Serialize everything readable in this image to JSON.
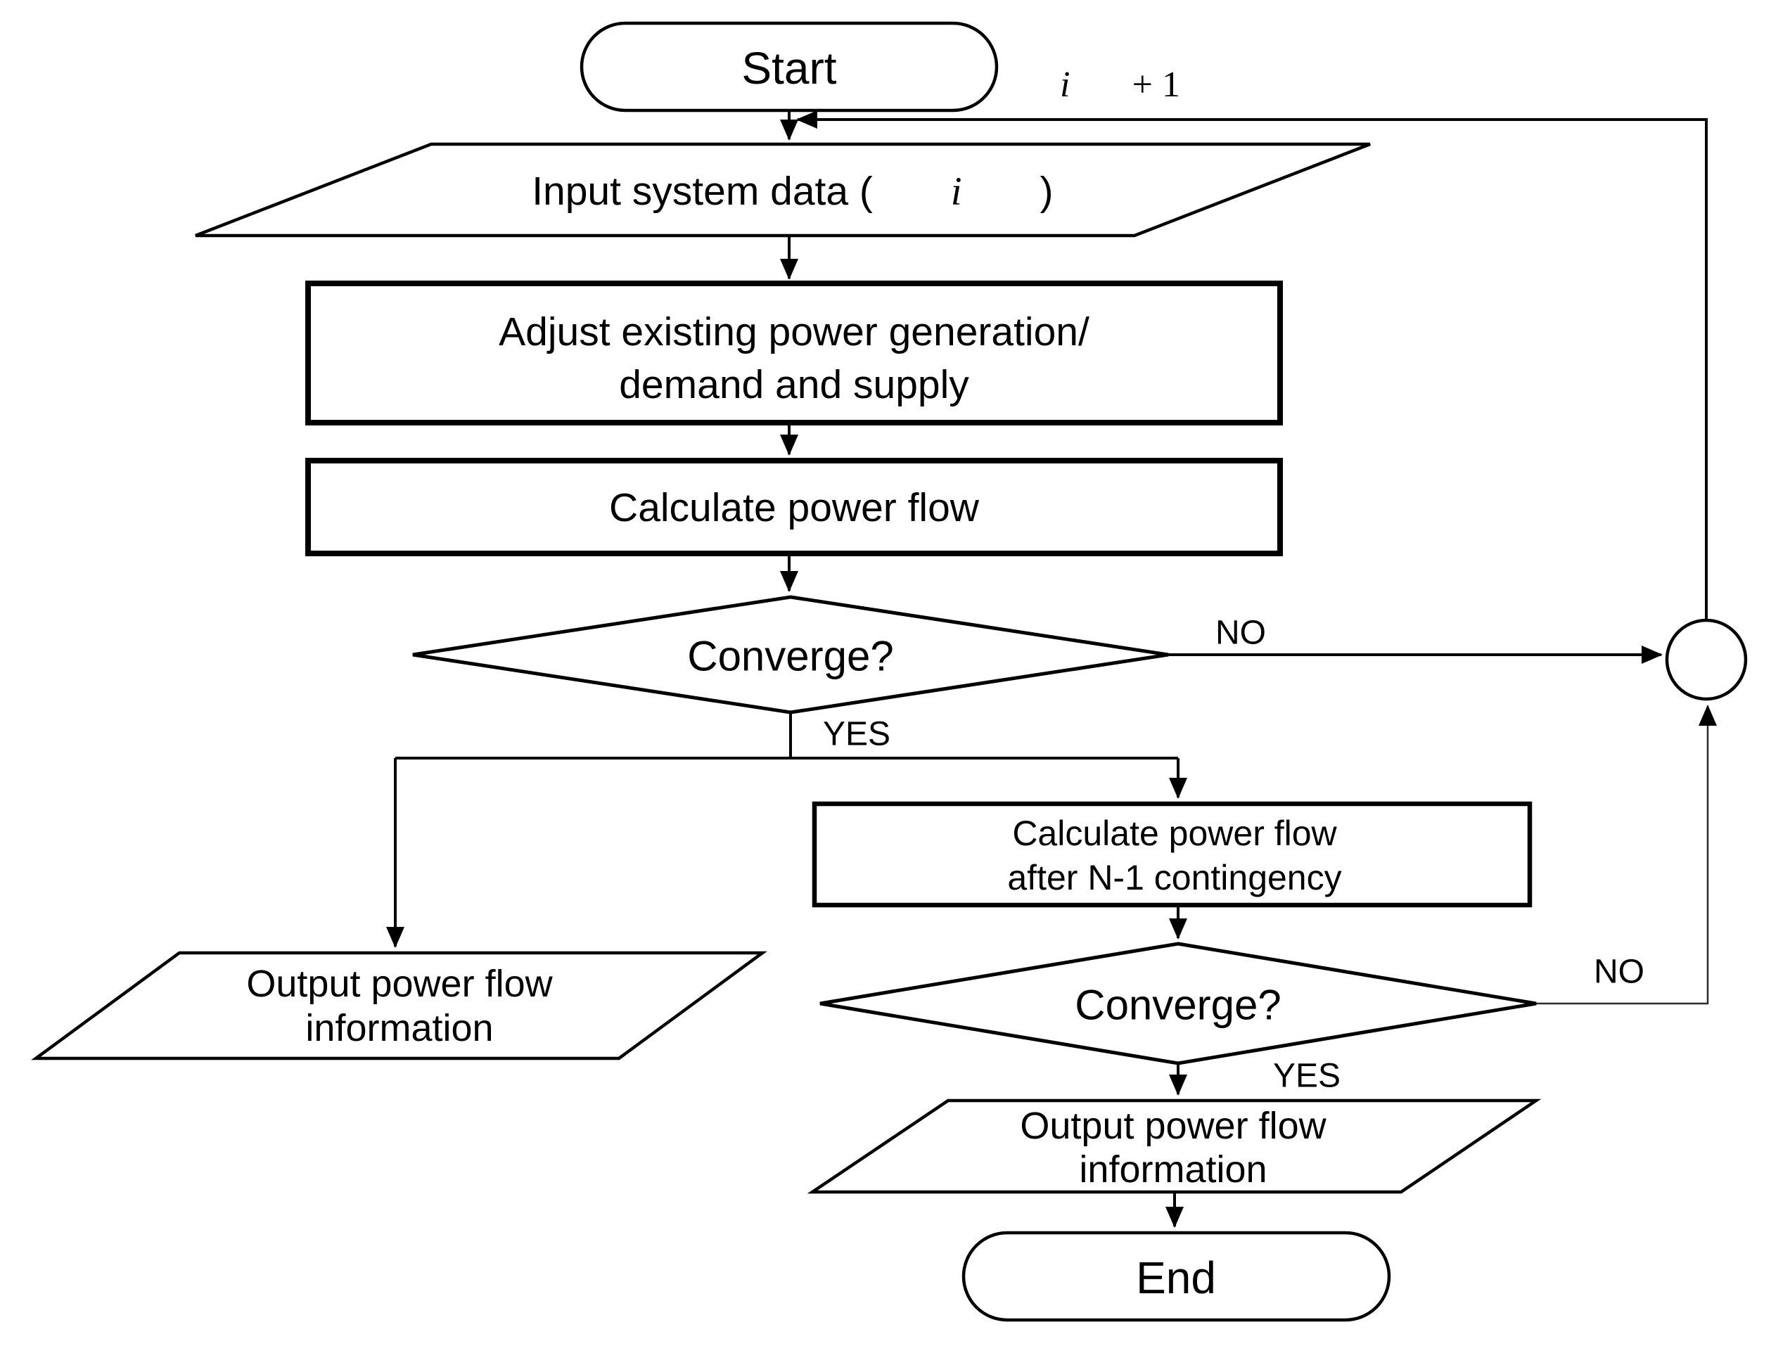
{
  "figure": {
    "type": "flowchart",
    "background": "#ffffff",
    "line_color": "#000000",
    "text_color": "#000000"
  },
  "nodes": {
    "start": {
      "shape": "terminator",
      "label": "Start"
    },
    "input_data": {
      "shape": "data-parallelogram",
      "prefix": "Input system data (",
      "var": "i",
      "suffix": ")"
    },
    "adjust": {
      "shape": "process",
      "line1": "Adjust existing power generation/",
      "line2": "demand and supply"
    },
    "calc_power_flow": {
      "shape": "process",
      "label": "Calculate power flow"
    },
    "converge_1": {
      "shape": "decision",
      "label": "Converge?"
    },
    "junction": {
      "shape": "connector-circle"
    },
    "calc_n1": {
      "shape": "process",
      "line1": "Calculate power flow",
      "line2": "after N-1 contingency"
    },
    "converge_2": {
      "shape": "decision",
      "label": "Converge?"
    },
    "output_1": {
      "shape": "data-parallelogram",
      "line1": "Output power flow",
      "line2": "information"
    },
    "output_2": {
      "shape": "data-parallelogram",
      "line1": "Output power flow",
      "line2": "information"
    },
    "end": {
      "shape": "terminator",
      "label": "End"
    }
  },
  "edge_labels": {
    "converge1_no": "NO",
    "converge1_yes": "YES",
    "converge2_no": "NO",
    "converge2_yes": "YES",
    "iteration": {
      "var": "i",
      "rest": "+ 1"
    }
  },
  "connections": [
    "start -> input_data",
    "iteration loop (i + 1) -> input_data",
    "input_data -> adjust",
    "adjust -> calc_power_flow",
    "calc_power_flow -> converge_1",
    "converge_1 -NO-> junction",
    "converge_1 -YES-> output_1",
    "converge_1 -YES-> calc_n1",
    "calc_n1 -> converge_2",
    "converge_2 -NO-> junction",
    "converge_2 -YES-> output_2",
    "junction -> input_data (i + 1)",
    "output_2 -> end"
  ]
}
